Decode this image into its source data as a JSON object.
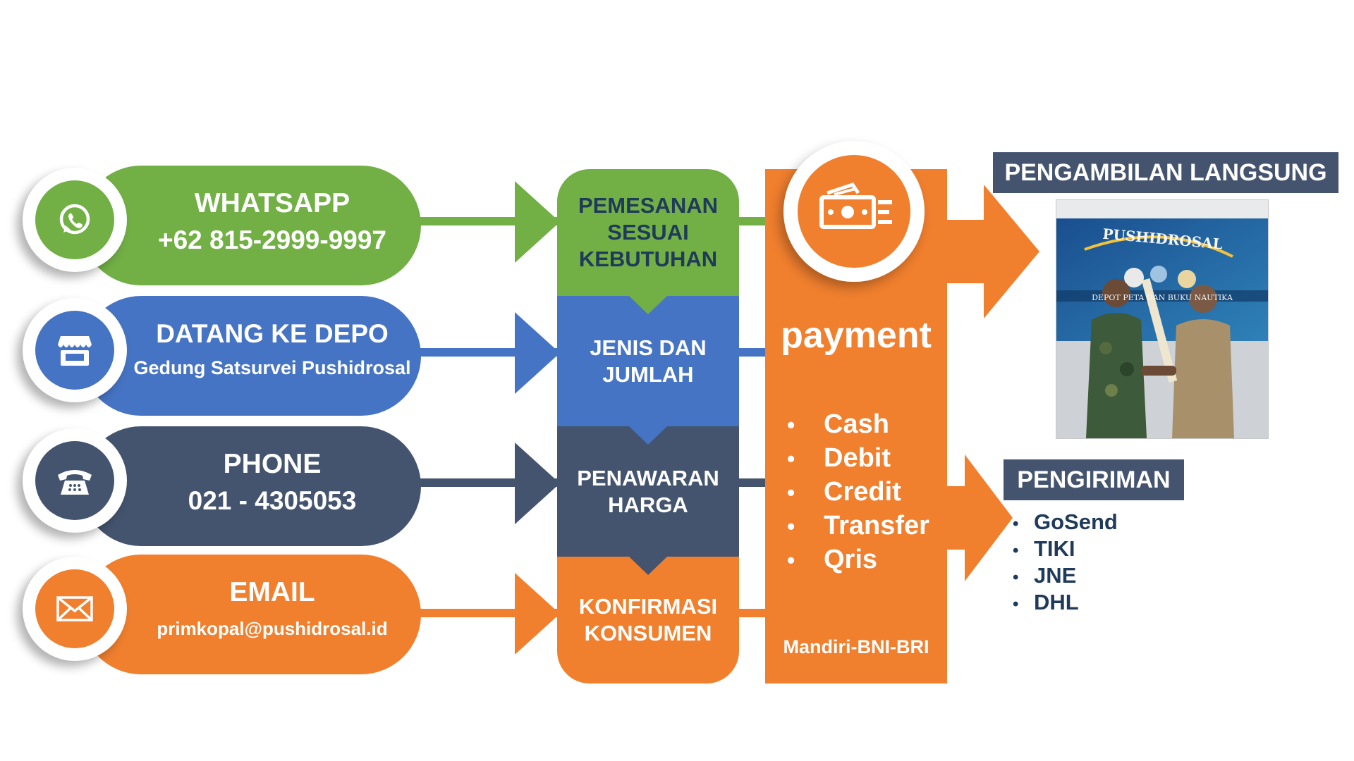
{
  "contacts": [
    {
      "name": "WHATSAPP",
      "detail": "+62 815-2999-9997",
      "color": "#72b046",
      "icon": "whatsapp-icon"
    },
    {
      "name": "DATANG KE DEPO",
      "detail": "Gedung Satsurvei Pushidrosal",
      "color": "#4674c4",
      "icon": "store-icon"
    },
    {
      "name": "PHONE",
      "detail": "021 - 4305053",
      "color": "#44546e",
      "icon": "telephone-icon"
    },
    {
      "name": "EMAIL",
      "detail": "primkopal@pushidrosal.id",
      "color": "#f07f2e",
      "icon": "envelope-icon"
    }
  ],
  "steps": [
    {
      "label": "PEMESANAN SESUAI KEBUTUHAN",
      "color": "#72b046"
    },
    {
      "label": "JENIS DAN JUMLAH",
      "color": "#4674c4"
    },
    {
      "label": "PENAWARAN HARGA",
      "color": "#44546e"
    },
    {
      "label": "KONFIRMASI KONSUMEN",
      "color": "#f07f2e"
    }
  ],
  "payment": {
    "title": "payment",
    "icon": "money-icon",
    "methods": [
      "Cash",
      "Debit",
      "Credit",
      "Transfer",
      "Qris"
    ],
    "banks": "Mandiri-BNI-BRI",
    "color": "#f07f2e"
  },
  "pickup": {
    "title": "PENGAMBILAN LANGSUNG",
    "photo_banner": "PUSHIDROSAL",
    "photo_caption": "DEPOT PETA DAN BUKU NAUTIKA"
  },
  "shipping": {
    "title": "PENGIRIMAN",
    "couriers": [
      "GoSend",
      "TIKI",
      "JNE",
      "DHL"
    ]
  }
}
